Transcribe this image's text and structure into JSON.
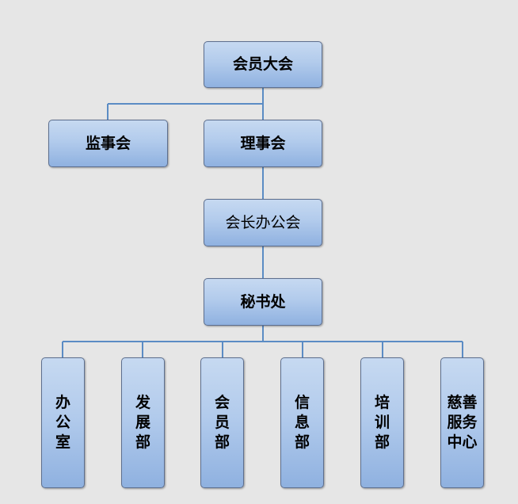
{
  "org_chart": {
    "top": "会员大会",
    "supervisory": "监事会",
    "council": "理事会",
    "president_office": "会长办公会",
    "secretariat": "秘书处",
    "departments": [
      "办公室",
      "发展部",
      "会员部",
      "信息部",
      "培训部",
      "慈善服务中心"
    ]
  },
  "colors": {
    "background": "#e6e6e6",
    "box_fill_top": "#c6d9f1",
    "box_fill_bottom": "#8fb1e0",
    "box_border": "#5d6f8f",
    "connector": "#5b8cc4"
  }
}
